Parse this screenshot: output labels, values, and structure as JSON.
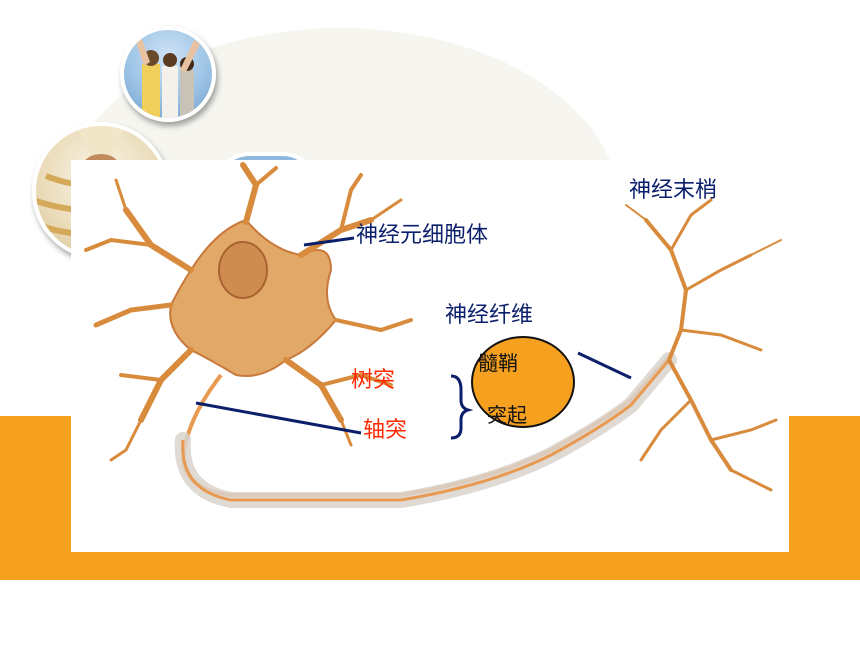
{
  "labels": {
    "cell_body": "神经元细胞体",
    "nerve_ending": "神经末梢",
    "nerve_fiber": "神经纤维",
    "dendrite": "树突",
    "axon": "轴突",
    "myelin_line1": "髓鞘",
    "myelin_line2": "突起"
  },
  "colors": {
    "orange": "#f5a11f",
    "navy": "#0b1f6b",
    "red": "#ff2a00",
    "neuron": "#d88b3c"
  }
}
